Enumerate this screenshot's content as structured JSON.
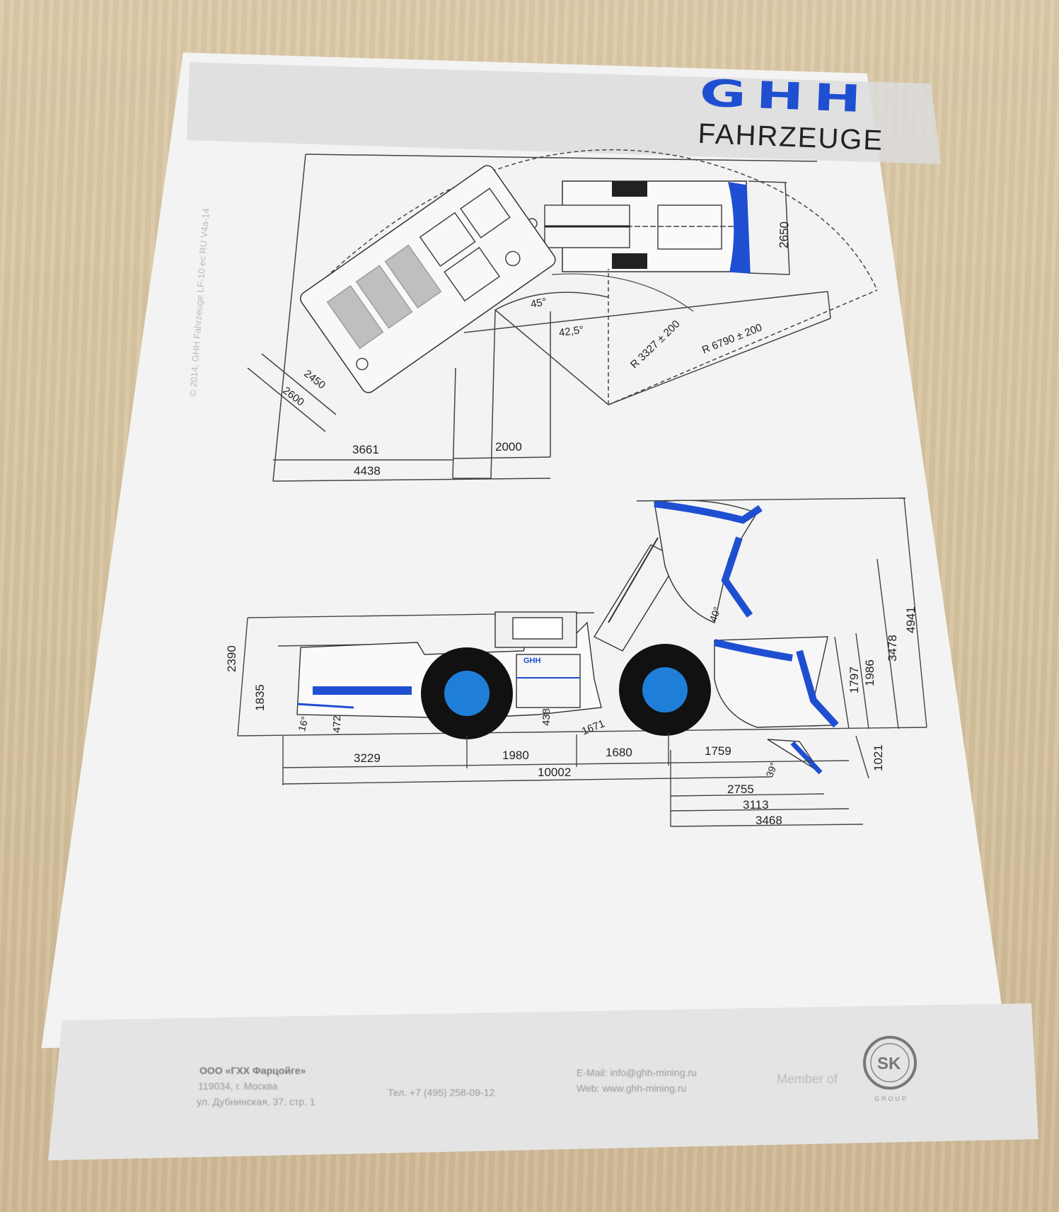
{
  "brand": {
    "name": "GHH",
    "subtitle": "FAHRZEUGE"
  },
  "copyright_line": "© 2014, GHH Fahrzeuge LF-10 ec RU V4a-14",
  "top_view": {
    "dimensions": {
      "width_2650": "2650",
      "angle_45": "45°",
      "angle_42_5": "42,5°",
      "radius_inner": "R 3327 ± 200",
      "radius_outer": "R 6790 ± 200",
      "width_2450": "2450",
      "width_2600": "2600",
      "length_3661": "3661",
      "length_2000": "2000",
      "length_4438": "4438"
    }
  },
  "side_view": {
    "dimensions": {
      "h_2390": "2390",
      "h_1835": "1835",
      "angle_16": "16°",
      "h_472": "472",
      "h_438": "438",
      "angle_40": "40°",
      "h_1797": "1797",
      "h_1986": "1986",
      "h_3478": "3478",
      "h_4941": "4941",
      "h_1021": "1021",
      "angle_39": "39°",
      "h_1671": "1671",
      "len_3229": "3229",
      "len_1980": "1980",
      "len_1680": "1680",
      "len_1759": "1759",
      "len_10002": "10002",
      "len_2755": "2755",
      "len_3113": "3113",
      "len_3468": "3468"
    },
    "body_label": "GHH"
  },
  "footer": {
    "company": "ООО «ГХХ Фарцойге»",
    "postal": "119034, г. Москва",
    "street": "ул. Дубнинская, 37, стр. 1",
    "phone": "Тел. +7 (495) 258-09-12",
    "email": "E-Mail: info@ghh-mining.ru",
    "web": "Web: www.ghh-mining.ru",
    "member_of": "Member of",
    "group_logo": "SK",
    "group_word": "GROUP"
  },
  "colors": {
    "brand_blue": "#1f4fd1",
    "line": "#333333"
  }
}
